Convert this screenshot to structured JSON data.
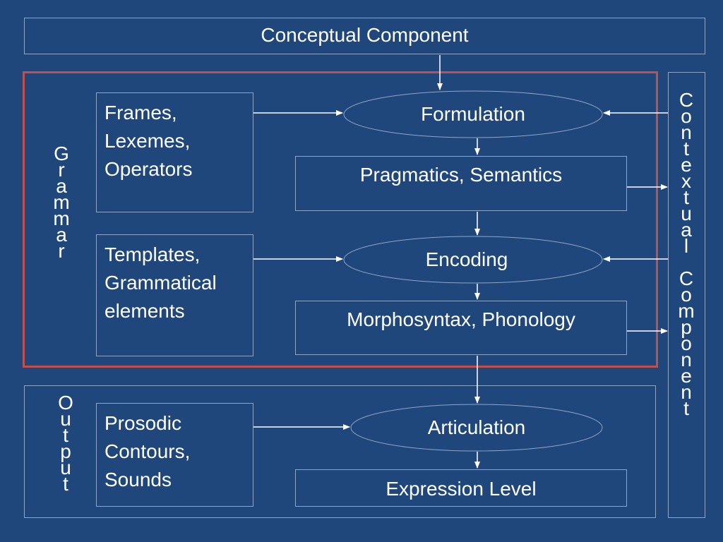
{
  "title": "Conceptual Component",
  "grammar_label": "G\nr\na\nm\nm\na\nr",
  "output_label": "O\nu\nt\np\nu\nt",
  "contextual_label": "C\no\nn\nt\ne\nx\nt\nu\na\nl\n \nC\no\nm\np\no\nn\ne\nn\nt",
  "inputs": {
    "frames": "Frames,\nLexemes,\nOperators",
    "templates": "Templates,\nGrammatical\nelements",
    "prosodic": "Prosodic\nContours,\nSounds"
  },
  "processes": {
    "formulation": "Formulation",
    "encoding": "Encoding",
    "articulation": "Articulation"
  },
  "levels": {
    "pragmatics": "Pragmatics, Semantics",
    "morphosyntax": "Morphosyntax, Phonology",
    "expression": "Expression Level"
  },
  "colors": {
    "background": "#1f477b",
    "border": "#8ea6c6",
    "grammar_frame": "#c0504d",
    "text": "#ffffff"
  }
}
